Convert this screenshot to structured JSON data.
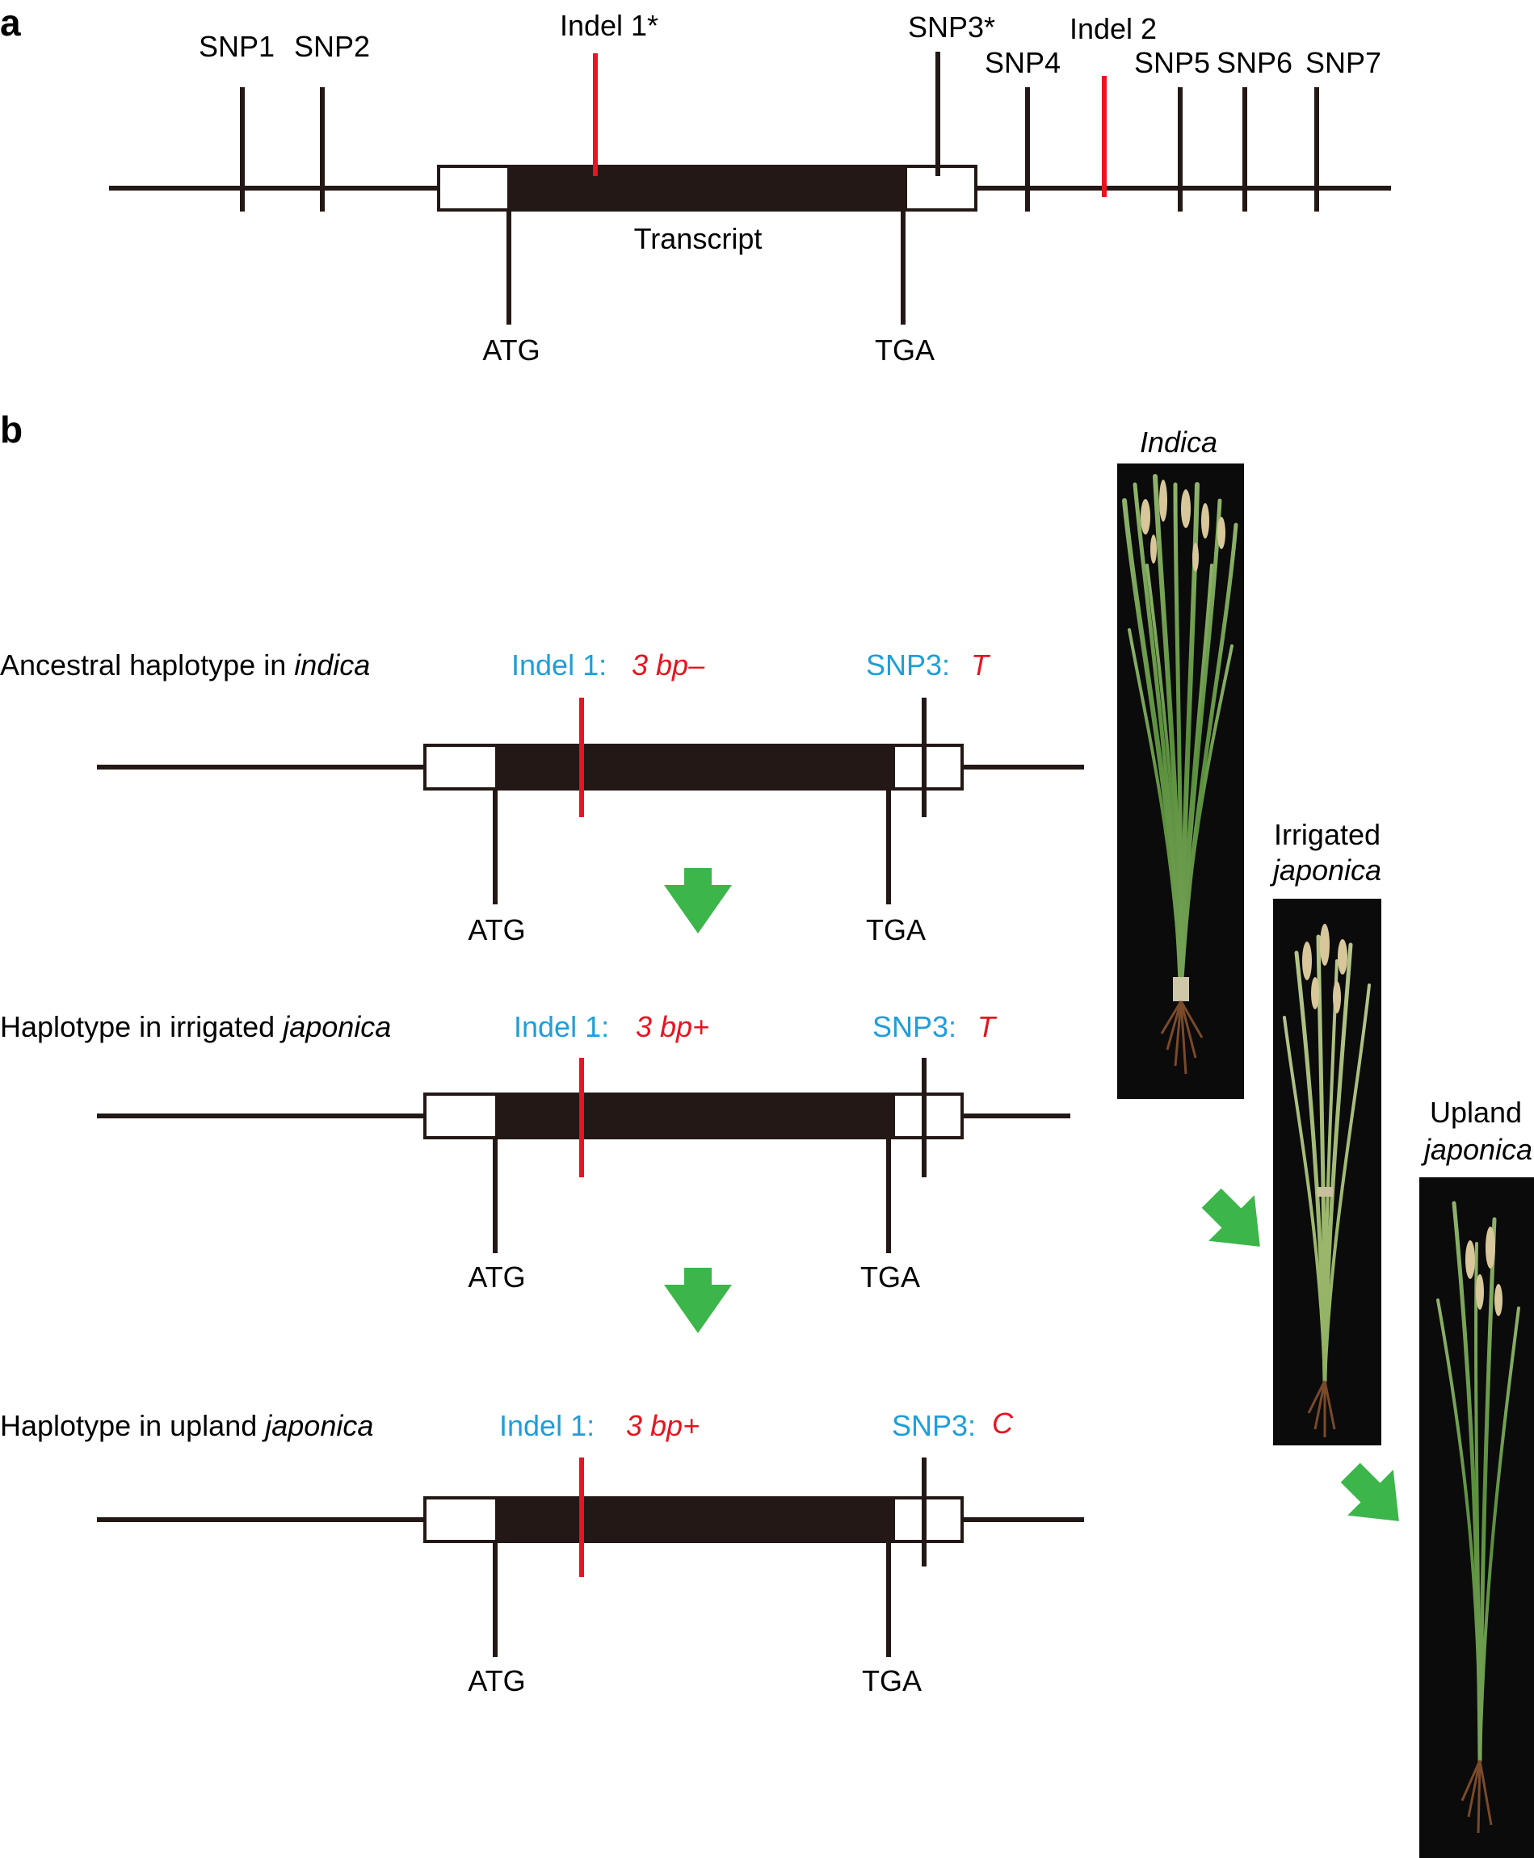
{
  "panel_a": {
    "letter": "a",
    "markers": {
      "snp1": "SNP1",
      "snp2": "SNP2",
      "indel1": "Indel 1*",
      "snp3": "SNP3*",
      "indel2": "Indel 2",
      "snp4": "SNP4",
      "snp5": "SNP5",
      "snp6": "SNP6",
      "snp7": "SNP7"
    },
    "transcript": "Transcript",
    "start_codon": "ATG",
    "stop_codon": "TGA"
  },
  "panel_b": {
    "letter": "b",
    "haplotypes": [
      {
        "title_prefix": "Ancestral haplotype in ",
        "title_italic": "indica",
        "indel_label": "Indel 1:",
        "indel_value": "3 bp–",
        "snp_label": "SNP3:",
        "snp_value": "T",
        "start_codon": "ATG",
        "stop_codon": "TGA"
      },
      {
        "title_prefix": "Haplotype in irrigated ",
        "title_italic": "japonica",
        "indel_label": "Indel 1:",
        "indel_value": "3 bp+",
        "snp_label": "SNP3:",
        "snp_value": "T",
        "start_codon": "ATG",
        "stop_codon": "TGA"
      },
      {
        "title_prefix": "Haplotype in upland ",
        "title_italic": "japonica",
        "indel_label": "Indel 1:",
        "indel_value": "3 bp+",
        "snp_label": "SNP3:",
        "snp_value": "C",
        "start_codon": "ATG",
        "stop_codon": "TGA"
      }
    ],
    "photos": {
      "indica": {
        "label": "Indica"
      },
      "irrigated": {
        "label_line1": "Irrigated",
        "label_line2": "japonica"
      },
      "upland": {
        "label_line1": "Upland",
        "label_line2": "japonica"
      }
    }
  },
  "colors": {
    "line": "#231815",
    "marker_red": "#e8141f",
    "label_blue": "#1f9ed8",
    "arrow_green": "#3cb54a",
    "photo_bg": "#0b0b0b",
    "leaf_green": "#5a8f3c"
  }
}
